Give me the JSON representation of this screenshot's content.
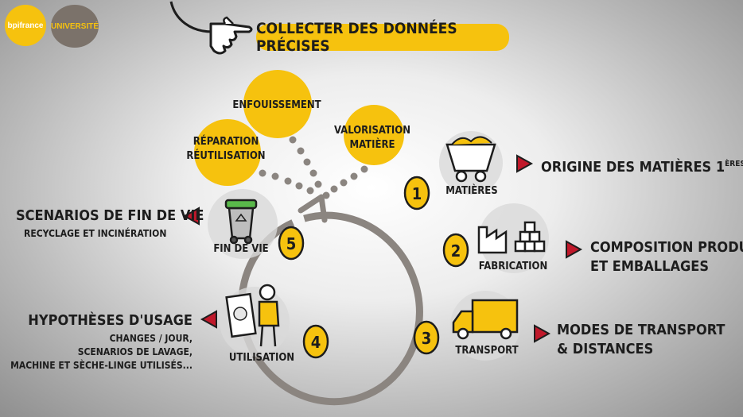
{
  "logos": {
    "bpi": "bpifrance",
    "universite": "UNIVERSITÉ"
  },
  "title": "COLLECTER DES DONNÉES PRÉCISES",
  "bubbles": {
    "enfouissement": "ENFOUISSEMENT",
    "valorisation_1": "VALORISATION",
    "valorisation_2": "MATIÈRE",
    "reparation_1": "RÉPARATION",
    "reparation_2": "RÉUTILISATION"
  },
  "stages": [
    {
      "number": "1",
      "label": "MATIÈRES",
      "icon": "mine-cart-icon"
    },
    {
      "number": "2",
      "label": "FABRICATION",
      "icon": "factory-icon"
    },
    {
      "number": "3",
      "label": "TRANSPORT",
      "icon": "truck-icon"
    },
    {
      "number": "4",
      "label": "UTILISATION",
      "icon": "washing-machine-person-icon"
    },
    {
      "number": "5",
      "label": "FIN DE VIE",
      "icon": "recycling-bin-icon"
    }
  ],
  "notes": {
    "matieres": "ORIGINE DES MATIÈRES 1",
    "matieres_sup": "ÈRES",
    "fabrication_1": "COMPOSITION PRODUIT",
    "fabrication_2": "ET EMBALLAGES",
    "transport_1": "MODES DE TRANSPORT",
    "transport_2": "& DISTANCES",
    "usage_title": "HYPOTHÈSES D'USAGE",
    "usage_1": "CHANGES / JOUR,",
    "usage_2": "SCENARIOS DE LAVAGE,",
    "usage_3": "MACHINE ET SÈCHE-LINGE UTILISÉS...",
    "findevie_title": "SCENARIOS DE FIN DE VIE",
    "findevie_sub": "RECYCLAGE ET INCINÉRATION"
  },
  "colors": {
    "accent": "#f6c20e",
    "arrow": "#c0182a",
    "ring": "#8b8580"
  }
}
